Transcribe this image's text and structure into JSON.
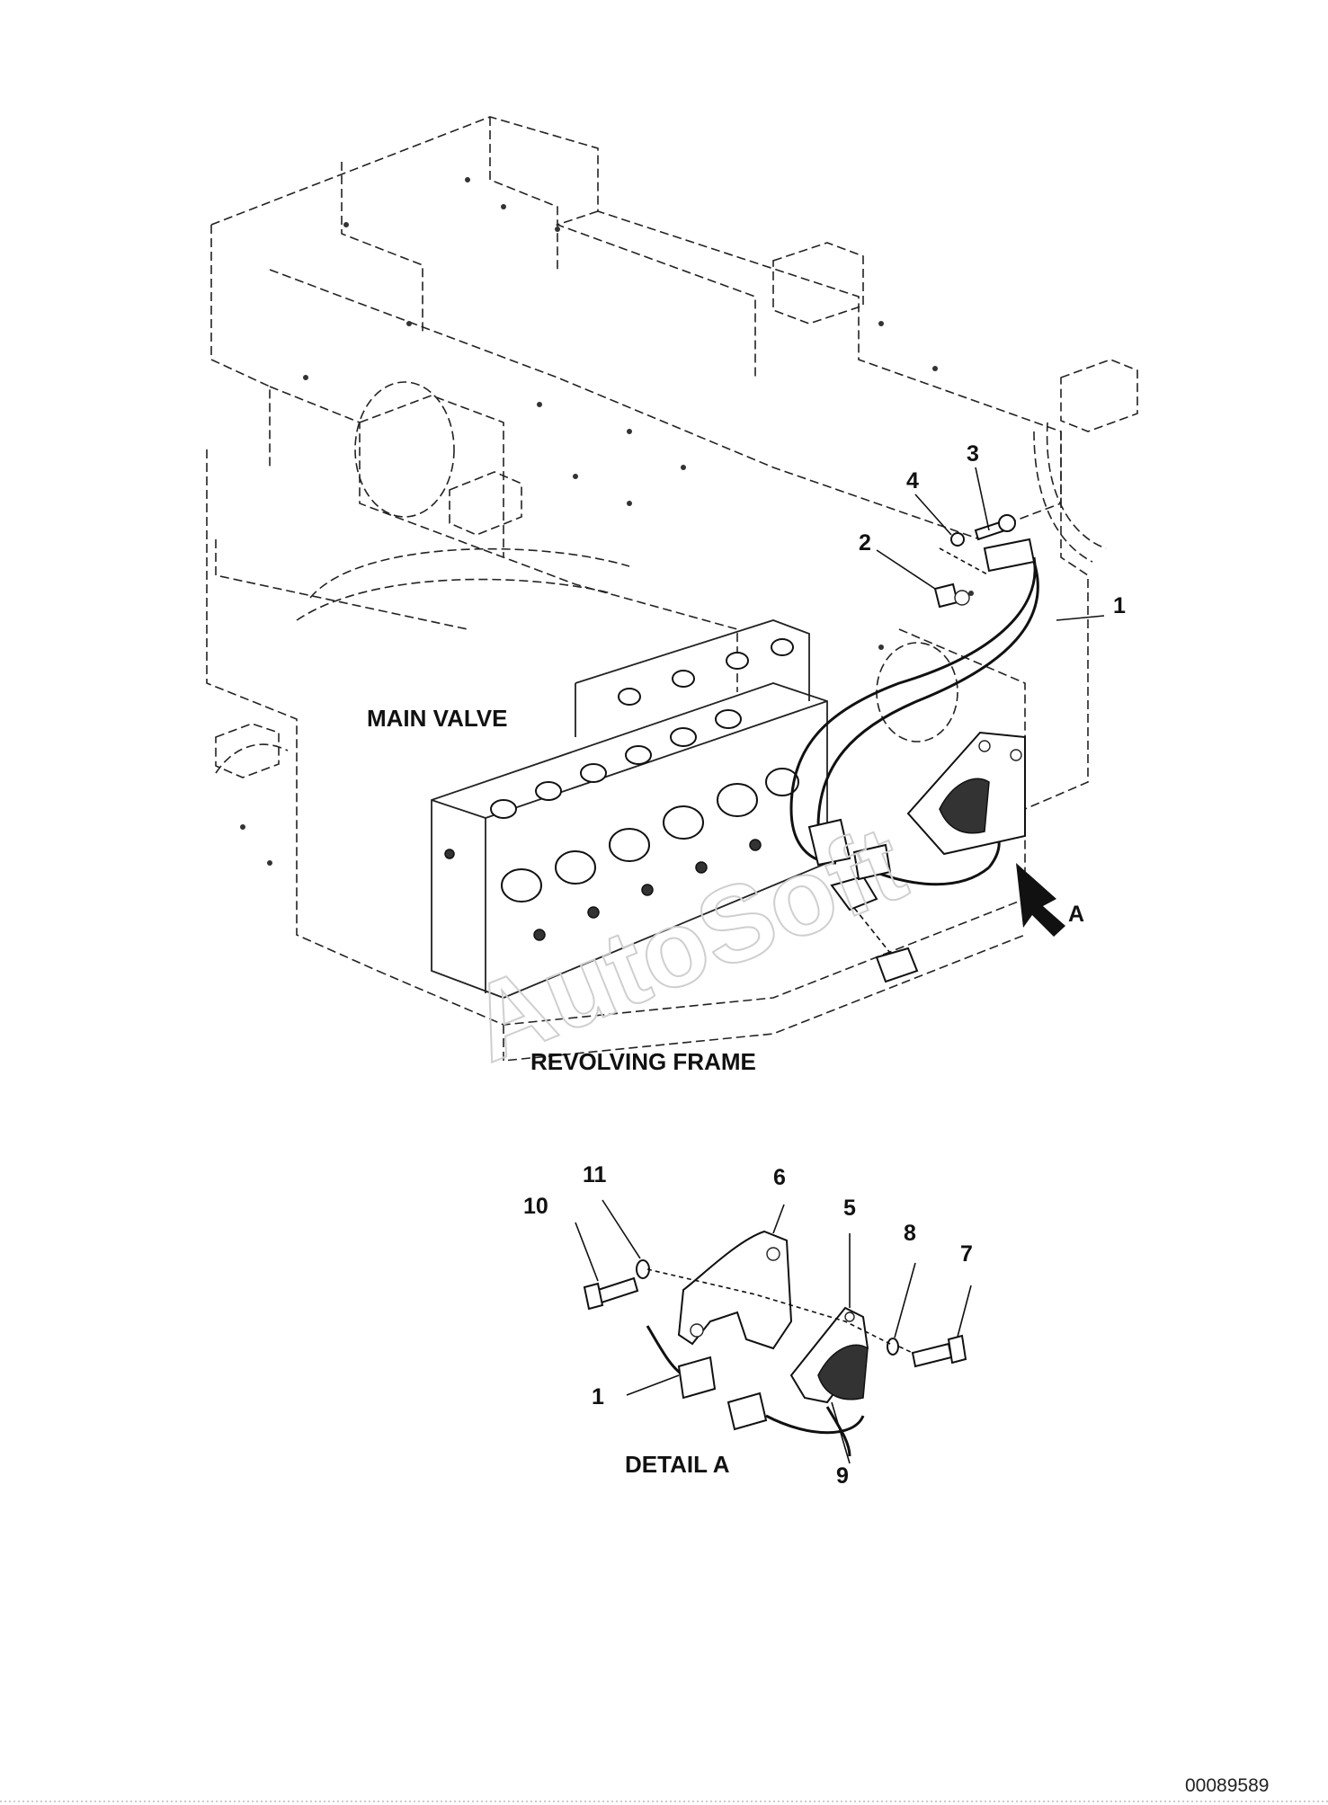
{
  "labels": {
    "main_valve": "MAIN VALVE",
    "revolving_frame": "REVOLVING FRAME",
    "detail_a": "DETAIL A",
    "view_a": "A"
  },
  "callouts_top": [
    "1",
    "2",
    "3",
    "4"
  ],
  "callouts_detail": [
    "1",
    "5",
    "6",
    "7",
    "8",
    "9",
    "10",
    "11"
  ],
  "watermark": "AutoSoft",
  "document_id": "00089589"
}
